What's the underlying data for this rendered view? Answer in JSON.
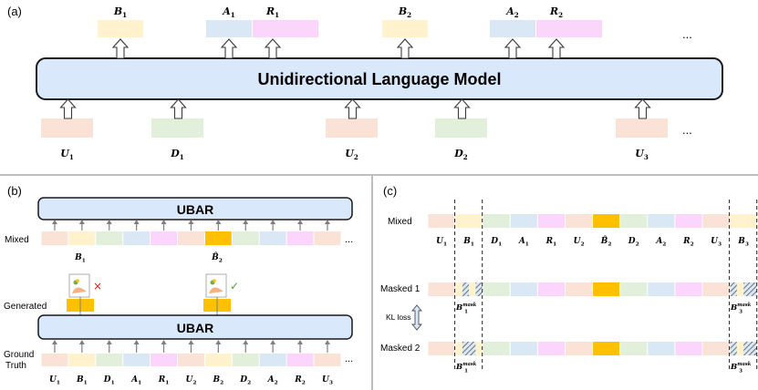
{
  "colors": {
    "U": "#fbe2d6",
    "B": "#fff2cc",
    "D": "#e2efda",
    "A": "#dae8f5",
    "R": "#fcd5fc",
    "Bhat": "#ffc000",
    "model_fill": "#dae8fc",
    "model_stroke": "#1a1a1a",
    "divider": "#bfbfbf",
    "arrow": "#7f7f7f",
    "cross": "#e0201b",
    "check": "#5a9e2f"
  },
  "panel_a": {
    "label": "(a)",
    "model_title": "Unidirectional Language Model",
    "top_tokens": [
      {
        "type": "B",
        "main": "B",
        "sub": "1"
      },
      {
        "type": "A",
        "main": "A",
        "sub": "1"
      },
      {
        "type": "R",
        "main": "R",
        "sub": "1"
      },
      {
        "type": "B",
        "main": "B",
        "sub": "2"
      },
      {
        "type": "A",
        "main": "A",
        "sub": "2"
      },
      {
        "type": "R",
        "main": "R",
        "sub": "2"
      }
    ],
    "bottom_tokens": [
      {
        "type": "U",
        "main": "U",
        "sub": "1"
      },
      {
        "type": "D",
        "main": "D",
        "sub": "1"
      },
      {
        "type": "U",
        "main": "U",
        "sub": "2"
      },
      {
        "type": "D",
        "main": "D",
        "sub": "2"
      },
      {
        "type": "U",
        "main": "U",
        "sub": "3"
      }
    ],
    "ellipsis": "..."
  },
  "panel_b": {
    "label": "(b)",
    "model_title": "UBAR",
    "row_mixed_label": "Mixed",
    "row_generated_label": "Generated",
    "row_ground_label_1": "Ground",
    "row_ground_label_2": "Truth",
    "mixed_sequence": [
      "U",
      "B",
      "D",
      "A",
      "R",
      "U",
      "Bhat",
      "D",
      "A",
      "R",
      "U"
    ],
    "ground_sequence": [
      "U",
      "B",
      "D",
      "A",
      "R",
      "U",
      "B",
      "D",
      "A",
      "R",
      "U"
    ],
    "ground_labels": [
      {
        "main": "U",
        "sub": "1"
      },
      {
        "main": "B",
        "sub": "1"
      },
      {
        "main": "D",
        "sub": "1"
      },
      {
        "main": "A",
        "sub": "1"
      },
      {
        "main": "R",
        "sub": "1"
      },
      {
        "main": "U",
        "sub": "2"
      },
      {
        "main": "B",
        "sub": "2"
      },
      {
        "main": "D",
        "sub": "2"
      },
      {
        "main": "A",
        "sub": "2"
      },
      {
        "main": "R",
        "sub": "2"
      },
      {
        "main": "U",
        "sub": "3"
      }
    ],
    "generated_labels": [
      {
        "main": "B",
        "sub": "1"
      },
      {
        "main": "B̂",
        "sub": "2"
      }
    ],
    "ellipsis": "...",
    "cross_mark": "×",
    "check_mark": "✓"
  },
  "panel_c": {
    "label": "(c)",
    "row_mixed_label": "Mixed",
    "row_masked1_label": "Masked 1",
    "row_masked2_label": "Masked 2",
    "kl_label": "KL loss",
    "mixed_sequence": [
      "U",
      "B",
      "D",
      "A",
      "R",
      "U",
      "Bhat",
      "D",
      "A",
      "R",
      "U",
      "B"
    ],
    "masked1_sequence": [
      "U",
      "M",
      "D",
      "A",
      "R",
      "U",
      "Bhat",
      "D",
      "A",
      "R",
      "U",
      "M"
    ],
    "masked2_sequence": [
      "U",
      "M",
      "D",
      "A",
      "R",
      "U",
      "Bhat",
      "D",
      "A",
      "R",
      "U",
      "M"
    ],
    "mask_pattern_1": [
      0,
      1,
      0,
      1
    ],
    "mask_pattern_2": [
      0,
      1,
      1,
      0
    ],
    "mask_pattern_1_end": [
      1,
      0,
      1,
      1
    ],
    "mask_pattern_2_end": [
      1,
      0,
      1,
      1
    ],
    "seq_labels": [
      {
        "main": "U",
        "sub": "1"
      },
      {
        "main": "B",
        "sub": "1"
      },
      {
        "main": "D",
        "sub": "1"
      },
      {
        "main": "A",
        "sub": "1"
      },
      {
        "main": "R",
        "sub": "1"
      },
      {
        "main": "U",
        "sub": "2"
      },
      {
        "main": "B̂",
        "sub": "2"
      },
      {
        "main": "D",
        "sub": "2"
      },
      {
        "main": "A",
        "sub": "2"
      },
      {
        "main": "R",
        "sub": "2"
      },
      {
        "main": "U",
        "sub": "3"
      },
      {
        "main": "B",
        "sub": "3"
      }
    ],
    "mask_labels": [
      {
        "main": "B",
        "sub": "1",
        "sup": "mask"
      },
      {
        "main": "B",
        "sub": "3",
        "sup": "mask"
      }
    ]
  }
}
